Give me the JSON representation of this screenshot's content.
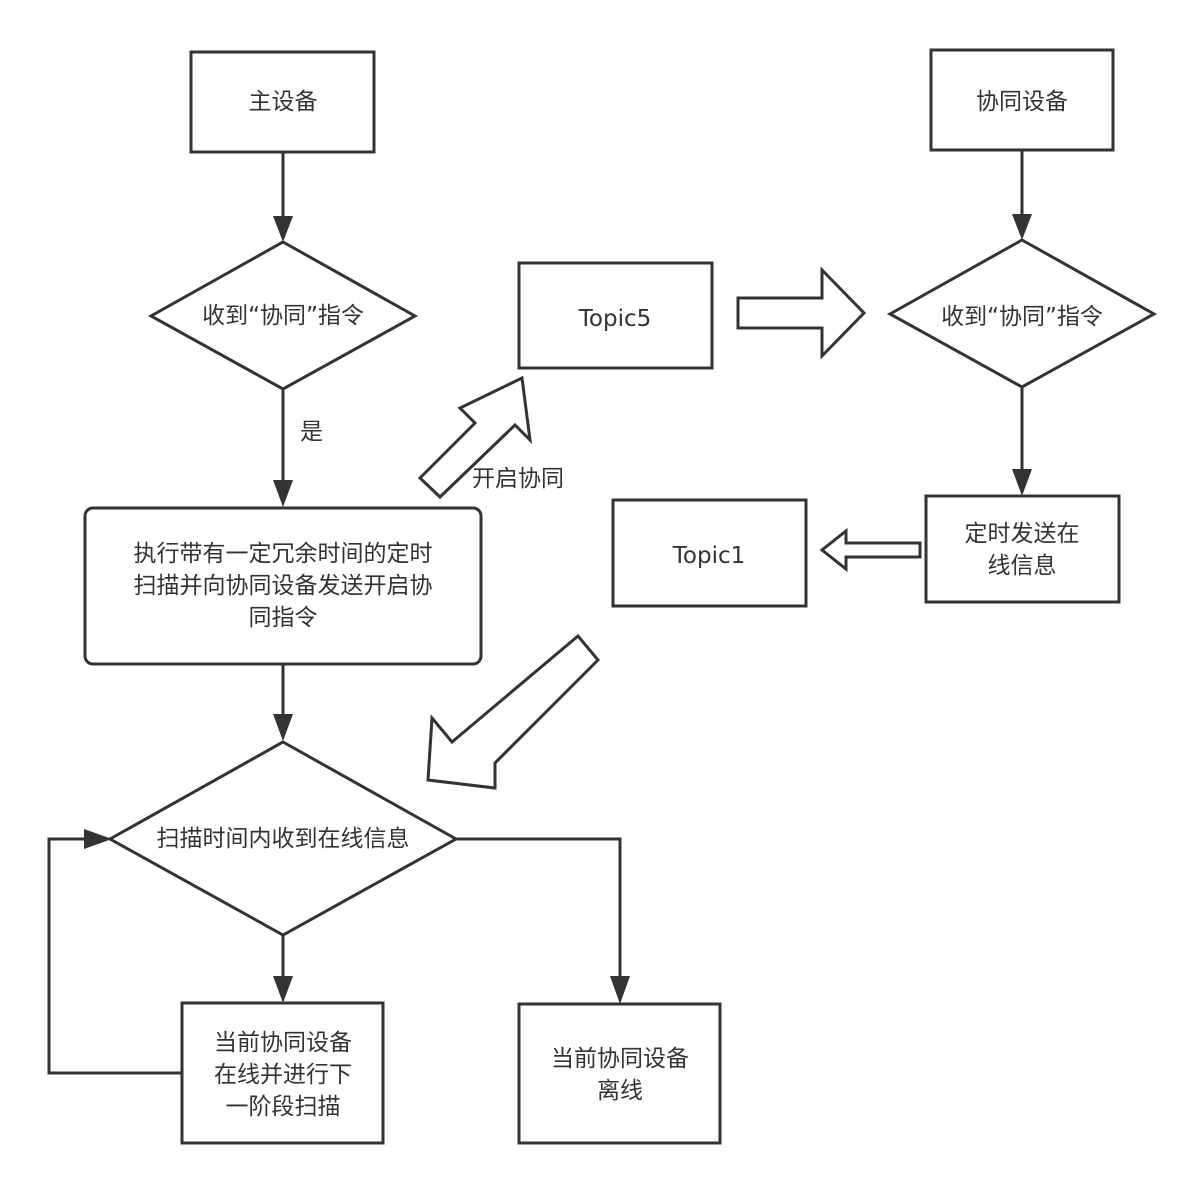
{
  "diagram": {
    "nodes": {
      "main_device": {
        "label": [
          "主设备"
        ]
      },
      "main_receive": {
        "label": [
          "收到“协同”指令"
        ]
      },
      "scan_task": {
        "label": [
          "执行带有一定冗余时间的定时",
          "扫描并向协同设备发送开启协",
          "同指令"
        ]
      },
      "scan_check": {
        "label": [
          "扫描时间内收到在线信息"
        ]
      },
      "online_next": {
        "label": [
          "当前协同设备",
          "在线并进行下",
          "一阶段扫描"
        ]
      },
      "offline": {
        "label": [
          "当前协同设备",
          "离线"
        ]
      },
      "topic5": {
        "label": [
          "Topic5"
        ]
      },
      "coop_device": {
        "label": [
          "协同设备"
        ]
      },
      "coop_receive": {
        "label": [
          "收到“协同”指令"
        ]
      },
      "send_online": {
        "label": [
          "定时发送在",
          "线信息"
        ]
      },
      "topic1": {
        "label": [
          "Topic1"
        ]
      }
    },
    "edge_labels": {
      "yes": "是",
      "start_coop": "开启协同"
    }
  }
}
